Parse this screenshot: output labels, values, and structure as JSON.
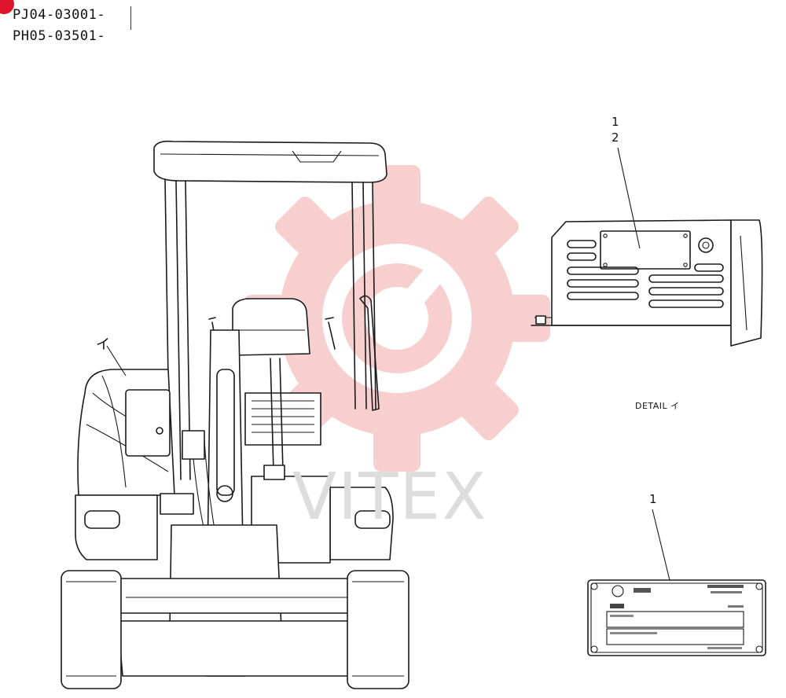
{
  "header": {
    "serial_1": "PJ04-03001-",
    "serial_2": "PH05-03501-"
  },
  "callouts": {
    "detail_top_1": "1",
    "detail_top_2": "2",
    "machine_ref": "イ",
    "plate_ref": "1"
  },
  "detail_label": "DETAIL イ",
  "watermark": {
    "text": "VITEX",
    "color": "#f2b0b0"
  },
  "corner_mark_color": "#e0142a"
}
